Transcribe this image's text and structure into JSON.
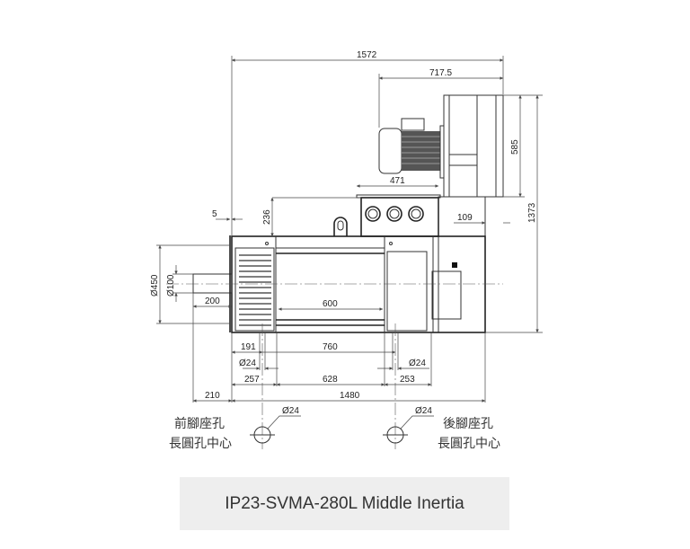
{
  "drawing": {
    "dimensions": {
      "overall_length": "1572",
      "blower_length": "717.5",
      "blower_height": "585",
      "overall_height": "1373",
      "terminal_box_width": "471",
      "terminal_box_height": "236",
      "offset_5": "5",
      "offset_109": "109",
      "frame_diameter": "Ø450",
      "shaft_diameter": "Ø100",
      "shaft_length": "200",
      "body_600": "600",
      "foot_191": "191",
      "foot_760": "760",
      "hole_front": "Ø24",
      "hole_rear": "Ø24",
      "foot_257": "257",
      "foot_628": "628",
      "foot_253": "253",
      "shaft_210": "210",
      "base_1480": "1480",
      "hole_front_detail": "Ø24",
      "hole_rear_detail": "Ø24"
    },
    "notes": {
      "front_line1": "前腳座孔",
      "front_line2": "長圓孔中心",
      "rear_line1": "後腳座孔",
      "rear_line2": "長圓孔中心"
    }
  },
  "caption": "IP23-SVMA-280L Middle Inertia"
}
